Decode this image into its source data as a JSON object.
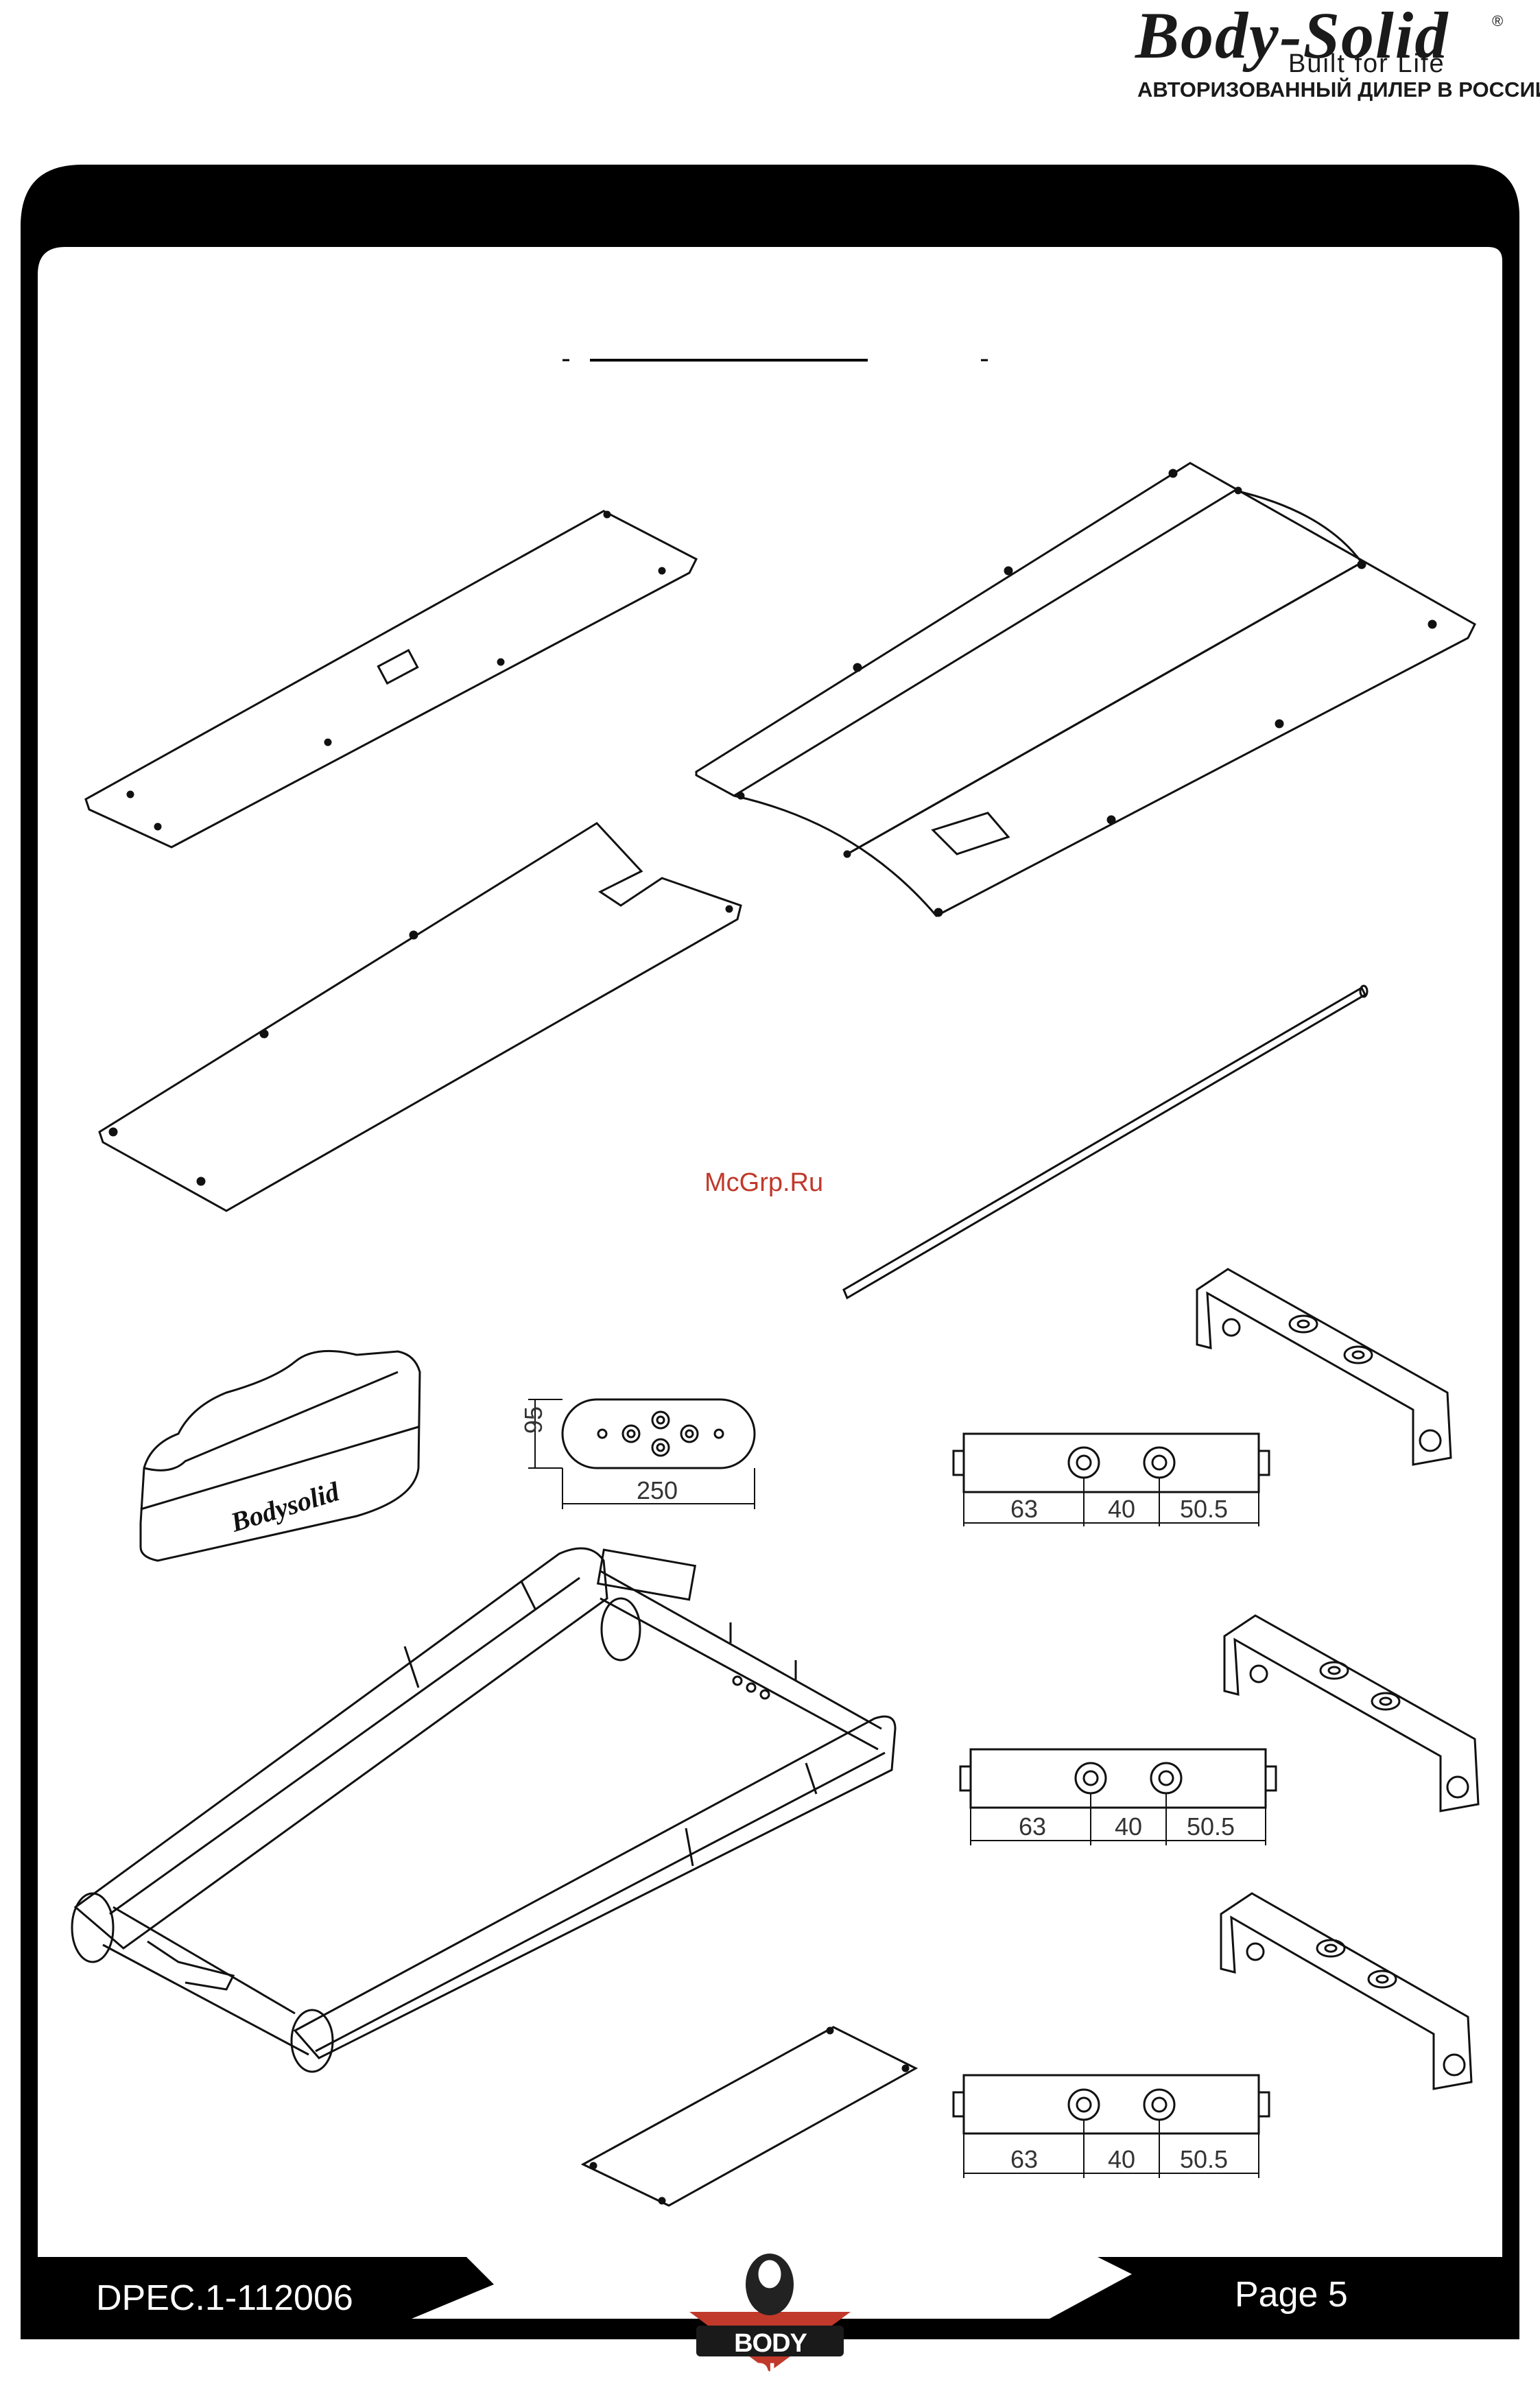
{
  "header": {
    "brand_name": "Body-Solid",
    "registered_mark": "®",
    "tagline": "Built for Life",
    "dealer_note": "АВТОРИЗОВАННЫЙ ДИЛЕР В РОССИИ"
  },
  "watermark": "McGrp.Ru",
  "dimensions": {
    "pad_height": "95",
    "pad_width": "250",
    "bracket_1": [
      "63",
      "40",
      "50.5"
    ],
    "bracket_2": [
      "63",
      "40",
      "50.5"
    ],
    "bracket_3": [
      "63",
      "40",
      "50.5"
    ]
  },
  "footer": {
    "doc_code": "DPEC.1-112006",
    "page_label": "Page 5",
    "logo_text": "BODY SOLID"
  }
}
